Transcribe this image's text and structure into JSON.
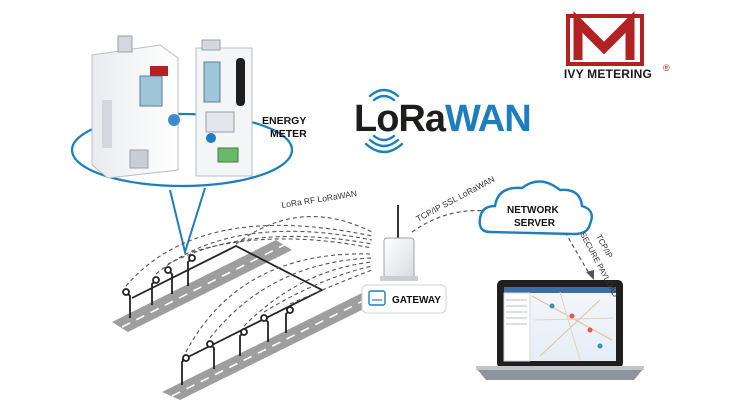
{
  "brand": {
    "name": "IVY METERING",
    "registered_mark": "®",
    "logo_letter": "M",
    "colors": {
      "logo_red": "#b22222",
      "text": "#1a1a1a"
    }
  },
  "lorawan_logo": {
    "part_lora": "LoRa",
    "part_wan": "WAN",
    "colors": {
      "dark": "#1d1d1b",
      "blue": "#1b7fbf"
    }
  },
  "labels": {
    "energy_meter_line1": "ENERGY",
    "energy_meter_line2": "METER",
    "rf_link": "LoRa RF  LoRaWAN",
    "gateway_uplink": "TCP/IP SSL LoRaWAN",
    "network_server_line1": "NETWORK",
    "network_server_line2": "SERVER",
    "server_to_app_line1": "TCP/IP",
    "server_to_app_line2": "SECURE PAYLOAD",
    "gateway": "GATEWAY"
  },
  "colors": {
    "accent_blue": "#1b7fbf",
    "road": "#9e9e9e",
    "line_dark": "#222222"
  }
}
